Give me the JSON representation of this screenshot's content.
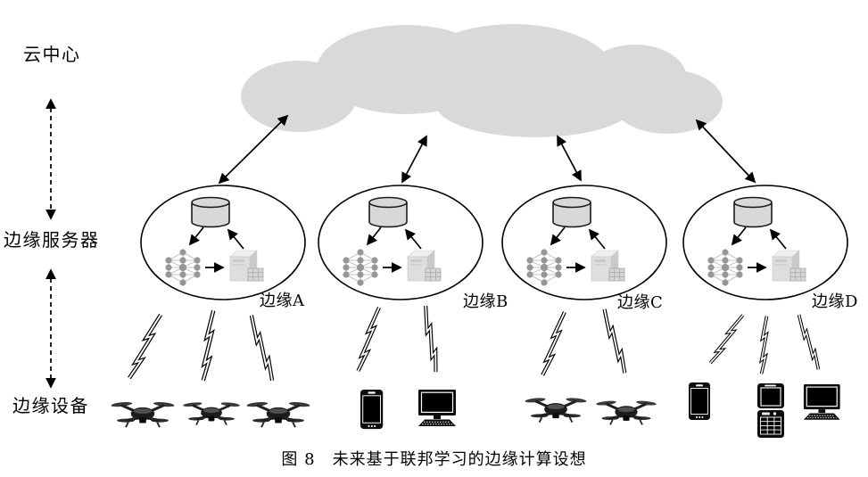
{
  "figure": {
    "caption": "图 8　未来基于联邦学习的边缘计算设想"
  },
  "layers": {
    "cloud_center": "云中心",
    "edge_server": "边缘服务器",
    "edge_device": "边缘设备"
  },
  "edge_nodes": [
    {
      "label": "边缘A",
      "components": [
        "database-cylinder",
        "neural-network",
        "server"
      ],
      "links_to_cloud": true,
      "devices": [
        "drone",
        "drone",
        "drone"
      ]
    },
    {
      "label": "边缘B",
      "components": [
        "database-cylinder",
        "neural-network",
        "server"
      ],
      "links_to_cloud": true,
      "devices": [
        "smartphone",
        "desktop-computer"
      ]
    },
    {
      "label": "边缘C",
      "components": [
        "database-cylinder",
        "neural-network",
        "server"
      ],
      "links_to_cloud": true,
      "devices": [
        "drone",
        "drone"
      ]
    },
    {
      "label": "边缘D",
      "components": [
        "database-cylinder",
        "neural-network",
        "server"
      ],
      "links_to_cloud": true,
      "devices": [
        "smartphone",
        "feature-phone",
        "desktop-computer"
      ]
    }
  ],
  "icons": {
    "cloud": "cloud-blob",
    "wireless_link": "lightning-bolt",
    "vertical_link": "dashed-double-arrow",
    "cloud_link": "solid-double-arrow"
  },
  "colors": {
    "cloud_fill": "#d9d9d9",
    "cylinder_fill": "#d8d8d8",
    "outline": "#000000",
    "icon_gray": "#969696",
    "device_black": "#0c0c0c"
  }
}
